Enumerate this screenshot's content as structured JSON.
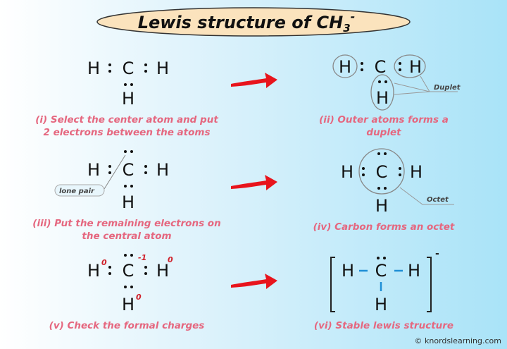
{
  "title": {
    "main": "Lewis structure of CH",
    "subscript": "3",
    "superscript": "-"
  },
  "atoms": {
    "H": "H",
    "C": "C",
    "colon": ":"
  },
  "steps": [
    {
      "caption_lines": [
        "(i) Select the center atom and put",
        "2 electrons between the atoms"
      ]
    },
    {
      "caption_lines": [
        "(ii) Outer atoms forms a",
        "duplet"
      ],
      "label": "Duplet"
    },
    {
      "caption_lines": [
        "(iii) Put the remaining electrons on",
        "the central atom"
      ],
      "label": "lone pair"
    },
    {
      "caption_lines": [
        "(iv) Carbon forms an octet"
      ],
      "label": "Octet"
    },
    {
      "caption_lines": [
        "(v) Check the formal charges"
      ],
      "charges": {
        "h_left": "0",
        "c": "-1",
        "h_right": "0",
        "h_bottom": "0"
      }
    },
    {
      "caption_lines": [
        "(vi) Stable lewis structure"
      ],
      "ion_charge": "-"
    }
  ],
  "watermark": "© knordslearning.com",
  "colors": {
    "arrow": "#e8141c",
    "caption": "#e5677f",
    "bond": "#1f8fd6",
    "title_fill": "#fbe3bd"
  }
}
